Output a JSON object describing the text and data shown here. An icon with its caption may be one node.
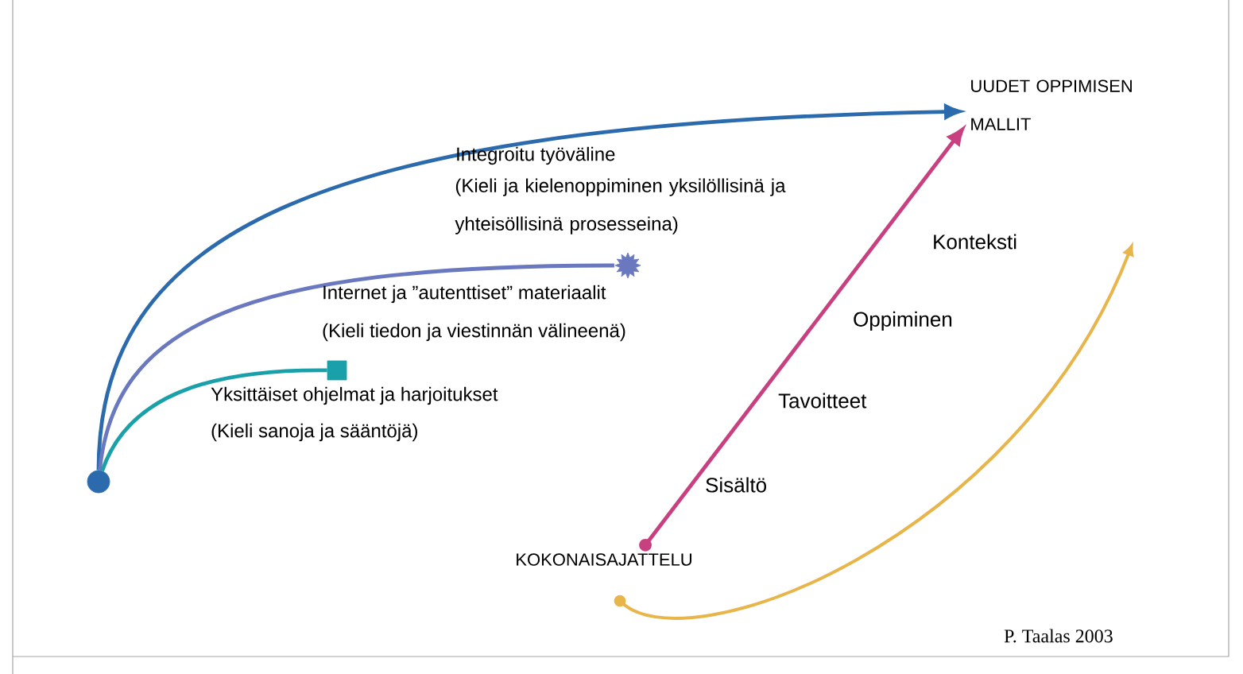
{
  "diagram": {
    "nodes": [
      {
        "text": [],
        "shape": "circle"
      },
      {
        "text": [
          "UUDET OPPIMISEN MALLIT"
        ]
      },
      {
        "text": [],
        "shape": "star"
      },
      {
        "text": [],
        "shape": "box"
      },
      {
        "text": [
          "KOKONAISAJATTELU"
        ]
      }
    ],
    "edges": [
      {
        "from": 0,
        "to": 1,
        "arrow": "to",
        "color": "#2a6aad"
      },
      {
        "from": 0,
        "to": 2,
        "arrow": "none",
        "color": "#6a78c0"
      },
      {
        "from": 0,
        "to": 3,
        "arrow": "none",
        "color": "#1aa0a8"
      },
      {
        "from": 4,
        "to": 1,
        "arrow": "to",
        "color": "#c8407f"
      }
    ],
    "labels": [
      "Integroitu työväline",
      "(Kieli ja kielenoppiminen yksilöllisinä ja yhteisöllisinä prosesseina)",
      "Internet ja ”autenttiset” materiaalit",
      "(Kieli tiedon ja viestinnän välineenä)",
      "Yksittäiset ohjelmat ja harjoitukset",
      "(Kieli sanoja ja sääntöjä)",
      "Konteksti",
      "Oppiminen",
      "Tavoitteet",
      "Sisältö",
      "P. Taalas 2003"
    ]
  }
}
